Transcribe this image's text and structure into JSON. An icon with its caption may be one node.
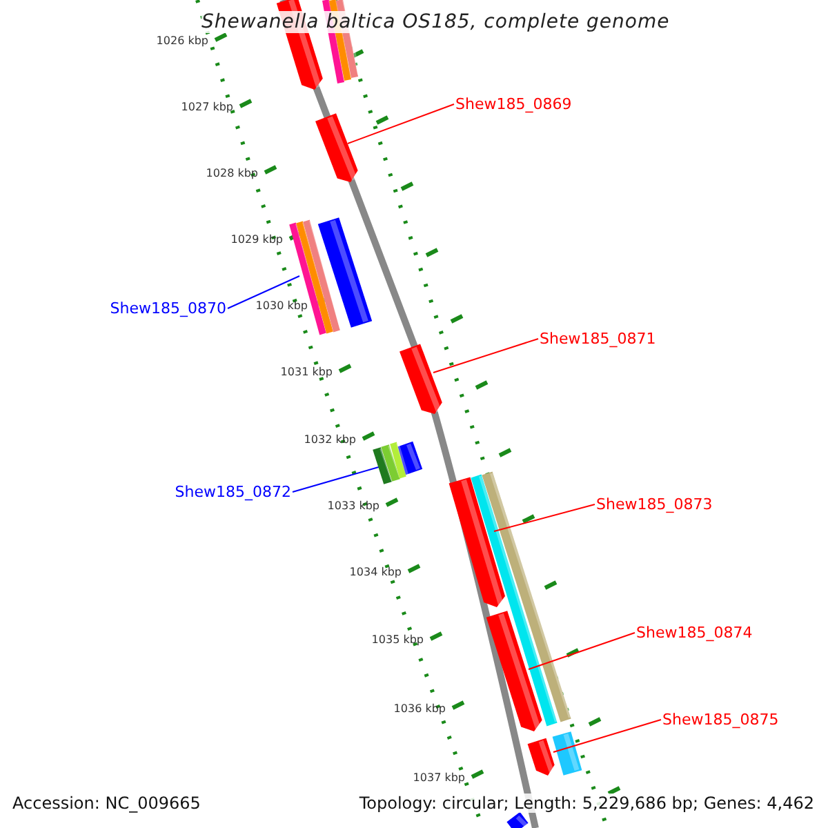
{
  "diagram": {
    "title": "Shewanella baltica OS185, complete genome",
    "nodes": [
      {
        "text": [
          "Shew185_0869"
        ]
      },
      {
        "text": [],
        "shape": "bar"
      },
      {
        "text": [
          "Shew185_0870"
        ]
      },
      {
        "text": [],
        "shape": "bar"
      },
      {
        "text": [
          "Shew185_0871"
        ]
      },
      {
        "text": [],
        "shape": "bar"
      },
      {
        "text": [
          "Shew185_0872"
        ]
      },
      {
        "text": [],
        "shape": "bar"
      },
      {
        "text": [
          "Shew185_0873"
        ]
      },
      {
        "text": [],
        "shape": "bar"
      },
      {
        "text": [
          "Shew185_0874"
        ]
      },
      {
        "text": [],
        "shape": "bar"
      },
      {
        "text": [
          "Shew185_0875"
        ]
      },
      {
        "text": [],
        "shape": "bar"
      }
    ],
    "edges": [
      {
        "from": 0,
        "to": 1,
        "arrow": "none"
      },
      {
        "from": 2,
        "to": 3,
        "arrow": "none",
        "color": "#0000ff"
      },
      {
        "from": 4,
        "to": 5,
        "arrow": "none"
      },
      {
        "from": 6,
        "to": 7,
        "arrow": "none",
        "color": "#0000ff"
      },
      {
        "from": 8,
        "to": 9,
        "arrow": "none"
      },
      {
        "from": 10,
        "to": 11,
        "arrow": "none"
      },
      {
        "from": 12,
        "to": 13,
        "arrow": "none"
      }
    ],
    "labels": [
      "1026 kbp",
      "1027 kbp",
      "1028 kbp",
      "1029 kbp",
      "1030 kbp",
      "1031 kbp",
      "1032 kbp",
      "1033 kbp",
      "1034 kbp",
      "1035 kbp",
      "1036 kbp",
      "1037 kbp",
      "Accession: NC_009665",
      "Topology: circular; Length: 5,229,686 bp; Genes: 4,462"
    ]
  }
}
